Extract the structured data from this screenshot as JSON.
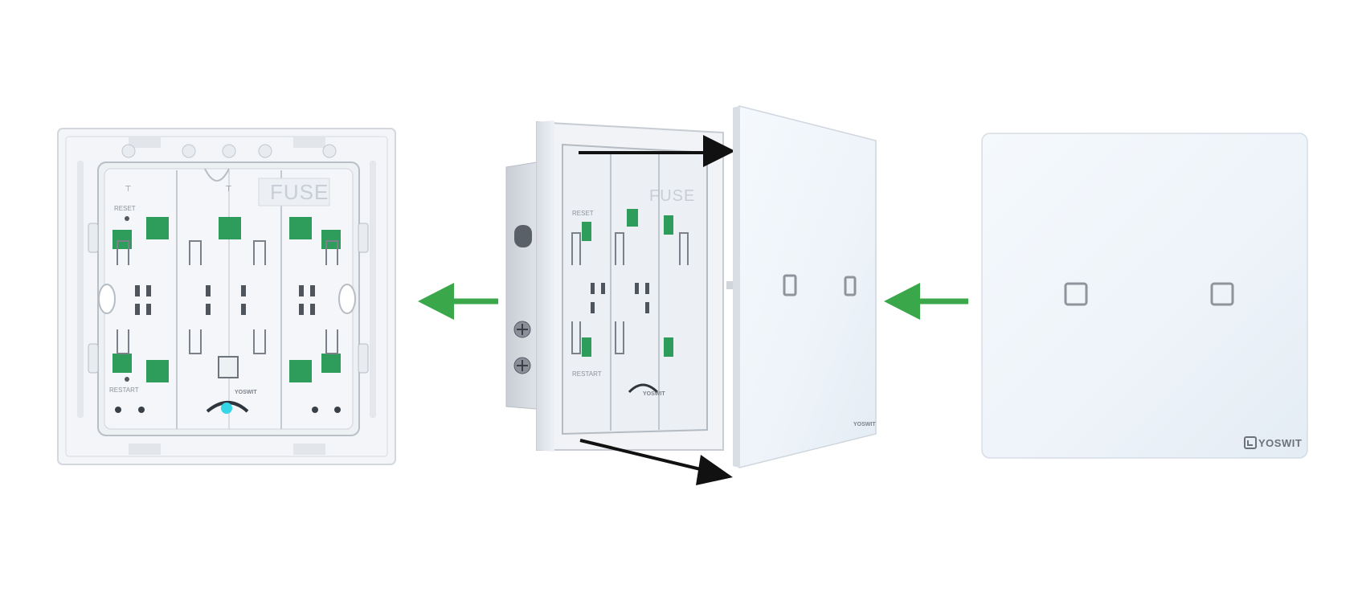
{
  "labels": {
    "fuse": "FUSE",
    "reset": "RESET",
    "restart": "RESTART",
    "brand": "YOSWIT"
  },
  "colors": {
    "background": "#ffffff",
    "plastic": "#f1f3f6",
    "plastic_shadow": "#d9dde3",
    "module_green": "#2e9c5a",
    "arrow_green": "#3aa84a",
    "arrow_black": "#111111",
    "glass_panel": "#eef4fa",
    "led_cyan": "#34d6e8"
  },
  "icons": {
    "left_arrow_1": "green-arrow-left-icon",
    "left_arrow_2": "green-arrow-left-icon",
    "pull_arrow_top": "black-arrow-right-icon",
    "pull_arrow_bottom": "black-arrow-right-icon",
    "touch_key": "touch-key-square-icon",
    "brand_logo": "yoswit-logo-icon"
  }
}
